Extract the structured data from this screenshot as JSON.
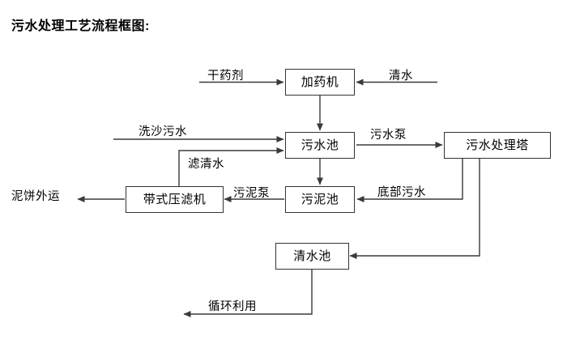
{
  "title": "污水处理工艺流程框图:",
  "theme": {
    "background": "#ffffff",
    "line_color": "#3a3a3a",
    "box_border": "#333333",
    "text_color": "#000000"
  },
  "nodes": [
    {
      "id": "dosing_machine",
      "label": "加药机"
    },
    {
      "id": "sewage_pool",
      "label": "污水池"
    },
    {
      "id": "treatment_tower",
      "label": "污水处理塔"
    },
    {
      "id": "belt_filter_press",
      "label": "带式压滤机"
    },
    {
      "id": "sludge_pool",
      "label": "污泥池"
    },
    {
      "id": "clean_water_pool",
      "label": "清水池"
    }
  ],
  "inputs": [
    {
      "id": "dry_agent",
      "label": "干药剂"
    },
    {
      "id": "clean_water_in",
      "label": "清水"
    },
    {
      "id": "sand_wash_sewage",
      "label": "洗沙污水"
    }
  ],
  "outputs": [
    {
      "id": "mud_cake_out",
      "label": "泥饼外运"
    },
    {
      "id": "recycle_use",
      "label": "循环利用"
    }
  ],
  "edge_labels": [
    {
      "id": "sewage_pump",
      "label": "污水泵"
    },
    {
      "id": "filtered_clear_water",
      "label": "滤清水"
    },
    {
      "id": "sludge_pump",
      "label": "污泥泵"
    },
    {
      "id": "bottom_sewage",
      "label": "底部污水"
    }
  ],
  "flow": {
    "dry_agent_to_dosing": "干药剂 → 加药机",
    "clean_water_to_dosing": "清水 → 加药机",
    "dosing_to_sewage_pool": "加药机 → 污水池",
    "sand_wash_to_sewage_pool": "洗沙污水 → 污水池",
    "press_to_sewage_pool": "带式压滤机 →(滤清水)→ 污水池",
    "sewage_pool_to_tower": "污水池 →(污水泵)→ 污水处理塔",
    "sewage_pool_to_sludge_pool": "污水池 → 污泥池",
    "tower_to_sludge_pool": "污水处理塔 →(底部污水)→ 污泥池",
    "sludge_pool_to_press": "污泥池 →(污泥泵)→ 带式压滤机",
    "press_to_mud_cake": "带式压滤机 → 泥饼外运",
    "tower_to_clean_water_pool": "污水处理塔 → 清水池",
    "clean_water_pool_to_recycle": "清水池 →(循环利用)→ 外部"
  }
}
